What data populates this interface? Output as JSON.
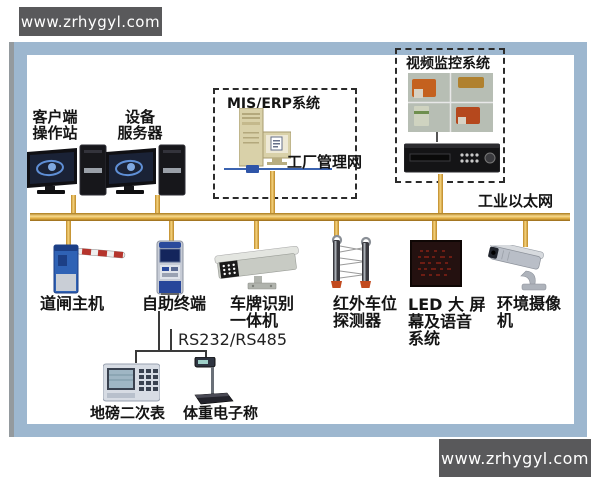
{
  "banners": {
    "top": "www.zrhygyl.com",
    "bottom": "www.zrhygyl.com"
  },
  "network": {
    "ethernet_label": "工业以太网",
    "serial_label": "RS232/RS485",
    "factory_net_label": "工厂管理网"
  },
  "boxes": {
    "mis_erp": {
      "title": "MIS/ERP系统"
    },
    "video": {
      "title": "视频监控系统"
    }
  },
  "devices": {
    "client_station": {
      "label": "客户端\n操作站"
    },
    "device_server": {
      "label": "设备\n服务器"
    },
    "barrier_gate": {
      "label": "道闸主机"
    },
    "self_service_kiosk": {
      "label": "自助终端"
    },
    "lpr_camera": {
      "label": "车牌识别\n一体机"
    },
    "ir_detector": {
      "label": "红外车位\n探测器"
    },
    "led_screen": {
      "label": "LED 大 屏\n幕及语音\n系统"
    },
    "env_camera": {
      "label": "环境摄像\n机"
    },
    "weigh_indicator": {
      "label": "地磅二次表"
    },
    "electronic_scale": {
      "label": "体重电子称"
    }
  },
  "colors": {
    "bus_yellow": "#e7b44a",
    "panel_border": "#9db7cf",
    "banner_bg": "#59595b",
    "dashed_border": "#2b2b2b",
    "management_net_blue": "#3b63b0",
    "led_panel": "#241110"
  }
}
